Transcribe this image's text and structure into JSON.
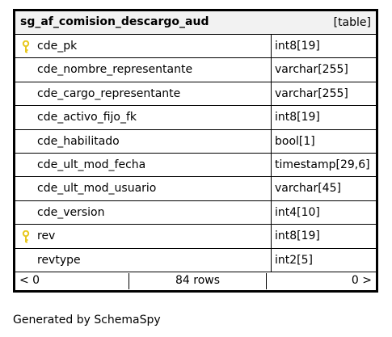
{
  "table": {
    "name": "sg_af_comision_descargo_aud",
    "kind": "[table]",
    "columns": [
      {
        "name": "cde_pk",
        "type": "int8[19]",
        "key": true
      },
      {
        "name": "cde_nombre_representante",
        "type": "varchar[255]",
        "key": false
      },
      {
        "name": "cde_cargo_representante",
        "type": "varchar[255]",
        "key": false
      },
      {
        "name": "cde_activo_fijo_fk",
        "type": "int8[19]",
        "key": false
      },
      {
        "name": "cde_habilitado",
        "type": "bool[1]",
        "key": false
      },
      {
        "name": "cde_ult_mod_fecha",
        "type": "timestamp[29,6]",
        "key": false
      },
      {
        "name": "cde_ult_mod_usuario",
        "type": "varchar[45]",
        "key": false
      },
      {
        "name": "cde_version",
        "type": "int4[10]",
        "key": false
      },
      {
        "name": "rev",
        "type": "int8[19]",
        "key": true
      },
      {
        "name": "revtype",
        "type": "int2[5]",
        "key": false
      }
    ],
    "footer": {
      "prev": "< 0",
      "rows": "84 rows",
      "next": "0 >"
    }
  },
  "generated_by": "Generated by SchemaSpy",
  "colors": {
    "header_bg": "#f2f2f2",
    "key_icon": "#e8c81e",
    "border": "#000000"
  }
}
